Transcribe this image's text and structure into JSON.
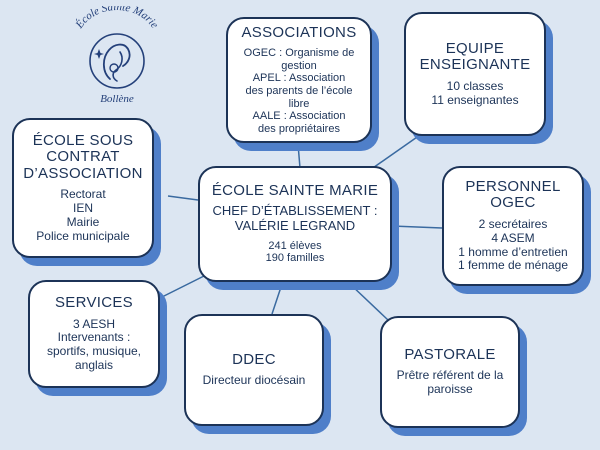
{
  "logo": {
    "name_top": "École Sainte Marie",
    "name_bottom": "Bollène",
    "color": "#24407a"
  },
  "colors": {
    "background": "#dce6f2",
    "border": "#1c3357",
    "shadow": "#4f7fc9",
    "link": "#3a6aa0"
  },
  "center": {
    "title": "ÉCOLE SAINTE MARIE",
    "subtitle_1": "CHEF D’ÉTABLISSEMENT :",
    "subtitle_2": "VALÉRIE LEGRAND",
    "line_1": "241 élèves",
    "line_2": "190 familles"
  },
  "nodes": {
    "associations": {
      "title": "ASSOCIATIONS",
      "lines": [
        "OGEC : Organisme de",
        "gestion",
        "APEL : Association",
        "des parents de l’école",
        "libre",
        "AALE : Association",
        "des propriétaires"
      ]
    },
    "equipe": {
      "title_1": "EQUIPE",
      "title_2": "ENSEIGNANTE",
      "lines": [
        "10 classes",
        "11 enseignantes"
      ]
    },
    "contrat": {
      "title_1": "ÉCOLE SOUS",
      "title_2": "CONTRAT",
      "title_3": "D’ASSOCIATION",
      "lines": [
        "Rectorat",
        "IEN",
        "Mairie",
        "Police municipale"
      ]
    },
    "personnel": {
      "title_1": "PERSONNEL",
      "title_2": "OGEC",
      "lines": [
        "2 secrétaires",
        "4 ASEM",
        "1 homme d’entretien",
        "1 femme de ménage"
      ]
    },
    "services": {
      "title": "SERVICES",
      "lines": [
        "3 AESH",
        "Intervenants :",
        "sportifs, musique,",
        "anglais"
      ]
    },
    "ddec": {
      "title": "DDEC",
      "lines": [
        "Directeur diocésain"
      ]
    },
    "pastorale": {
      "title": "PASTORALE",
      "lines": [
        "Prêtre référent de la",
        "paroisse"
      ]
    }
  }
}
